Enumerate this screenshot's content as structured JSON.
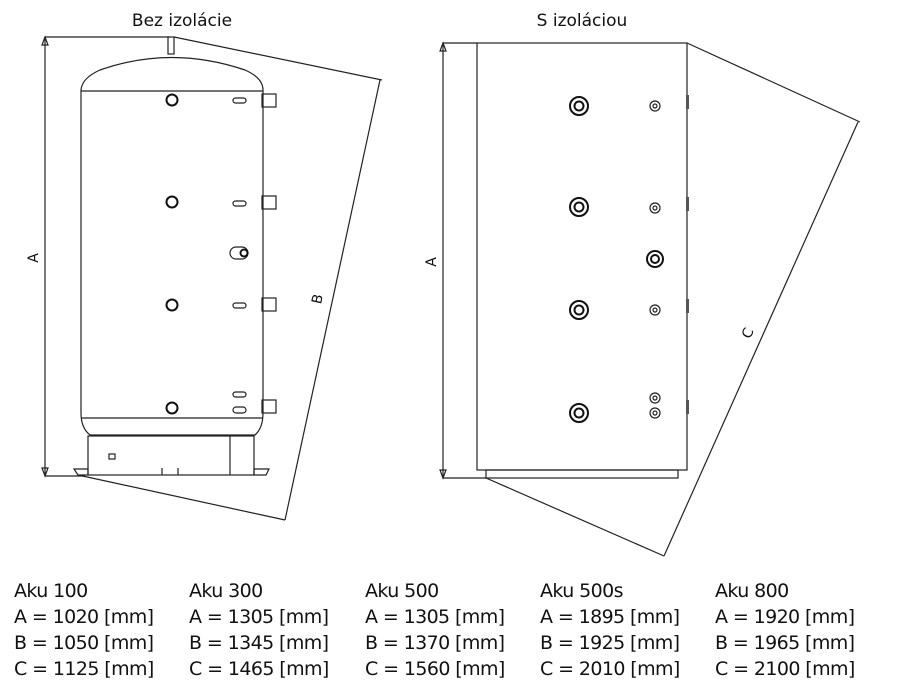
{
  "titles": {
    "left": "Bez izolácie",
    "right": "S izoláciou"
  },
  "dimension_labels": {
    "a": "A",
    "b": "B",
    "c": "C"
  },
  "table": [
    {
      "model": "Aku 100",
      "a": "A = 1020 [mm]",
      "b": "B = 1050 [mm]",
      "c": "C = 1125 [mm]"
    },
    {
      "model": "Aku 300",
      "a": "A = 1305 [mm]",
      "b": "B = 1345 [mm]",
      "c": "C = 1465 [mm]"
    },
    {
      "model": "Aku 500",
      "a": "A = 1305 [mm]",
      "b": "B = 1370 [mm]",
      "c": "C = 1560 [mm]"
    },
    {
      "model": "Aku 500s",
      "a": "A = 1895 [mm]",
      "b": "B = 1925 [mm]",
      "c": "C = 2010 [mm]"
    },
    {
      "model": "Aku 800",
      "a": "A = 1920 [mm]",
      "b": "B = 1965 [mm]",
      "c": "C = 2100 [mm]"
    }
  ]
}
